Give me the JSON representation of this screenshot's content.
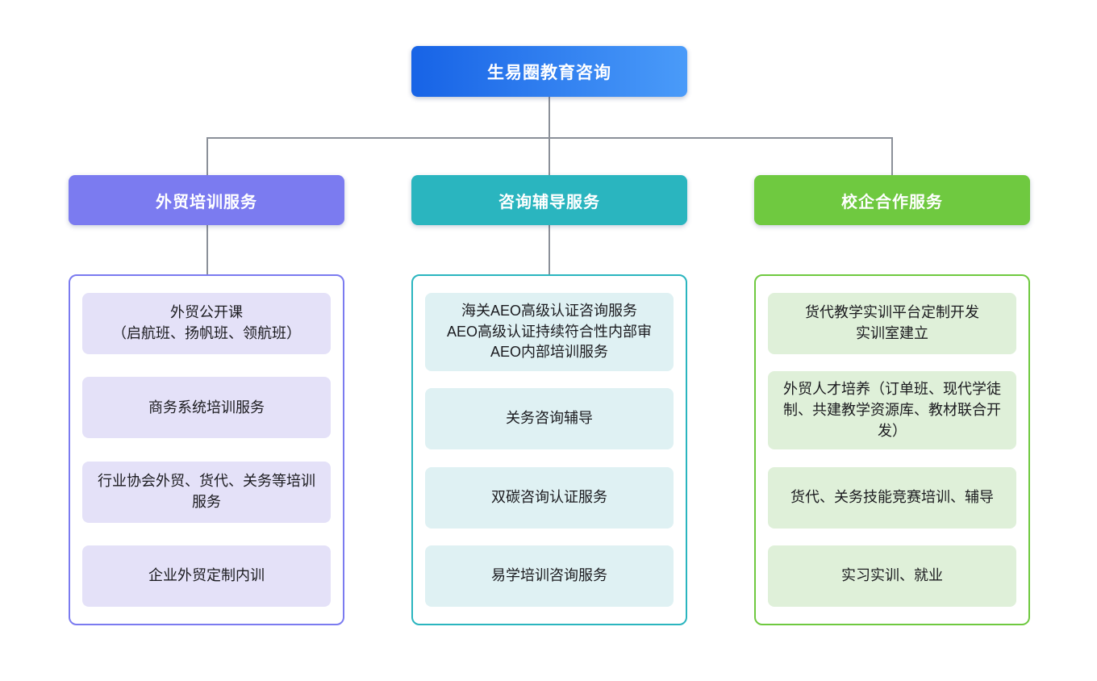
{
  "root": {
    "label": "生易圈教育咨询",
    "gradient": "linear-gradient(90deg, #1763e6, #4a9bf9)",
    "gradient_colors": [
      "#1763e6",
      "#4a9bf9"
    ]
  },
  "connector_color": "#8b9099",
  "branches": [
    {
      "id": "trade-training",
      "label": "外贸培训服务",
      "color": "#7b7bf0",
      "item_bg": "#e4e1f8",
      "items": [
        "外贸公开课\n（启航班、扬帆班、领航班）",
        "商务系统培训服务",
        "行业协会外贸、货代、关务等培训服务",
        "企业外贸定制内训"
      ]
    },
    {
      "id": "consulting-coaching",
      "label": "咨询辅导服务",
      "color": "#2ab5bf",
      "item_bg": "#dff1f3",
      "items": [
        "海关AEO高级认证咨询服务\nAEO高级认证持续符合性内部审\nAEO内部培训服务",
        "关务咨询辅导",
        "双碳咨询认证服务",
        "易学培训咨询服务"
      ]
    },
    {
      "id": "school-enterprise",
      "label": "校企合作服务",
      "color": "#6fc940",
      "item_bg": "#dff0d9",
      "items": [
        "货代教学实训平台定制开发\n实训室建立",
        "外贸人才培养（订单班、现代学徒制、共建教学资源库、教材联合开发）",
        "货代、关务技能竞赛培训、辅导",
        "实习实训、就业"
      ]
    }
  ]
}
